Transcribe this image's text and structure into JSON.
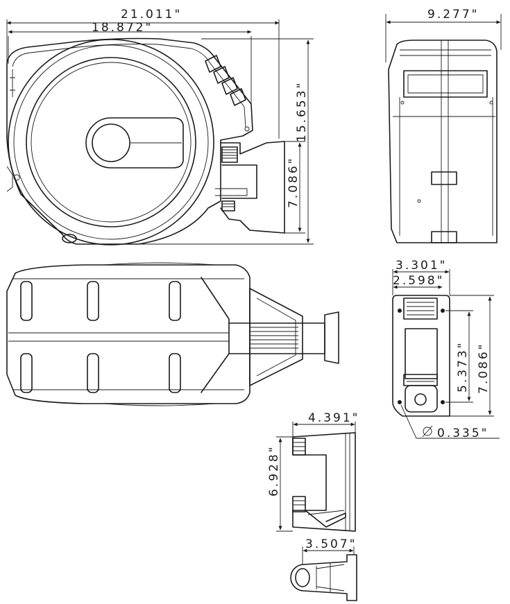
{
  "dimensions": {
    "front_overall_width": "21.011\"",
    "front_drum_width": "18.872\"",
    "front_height": "15.653\"",
    "front_bracket_height": "7.086\"",
    "side_depth": "9.277\"",
    "bracket_plate_width": "3.301\"",
    "bracket_hole_spacing_h": "2.598\"",
    "bracket_hole_spacing_v": "5.373\"",
    "bracket_plate_height": "7.086\"",
    "bracket_hole_diameter": "0.335\"",
    "bracket_depth": "4.391\"",
    "bracket_side_height": "6.928\"",
    "bracket_top_depth": "3.507\""
  }
}
